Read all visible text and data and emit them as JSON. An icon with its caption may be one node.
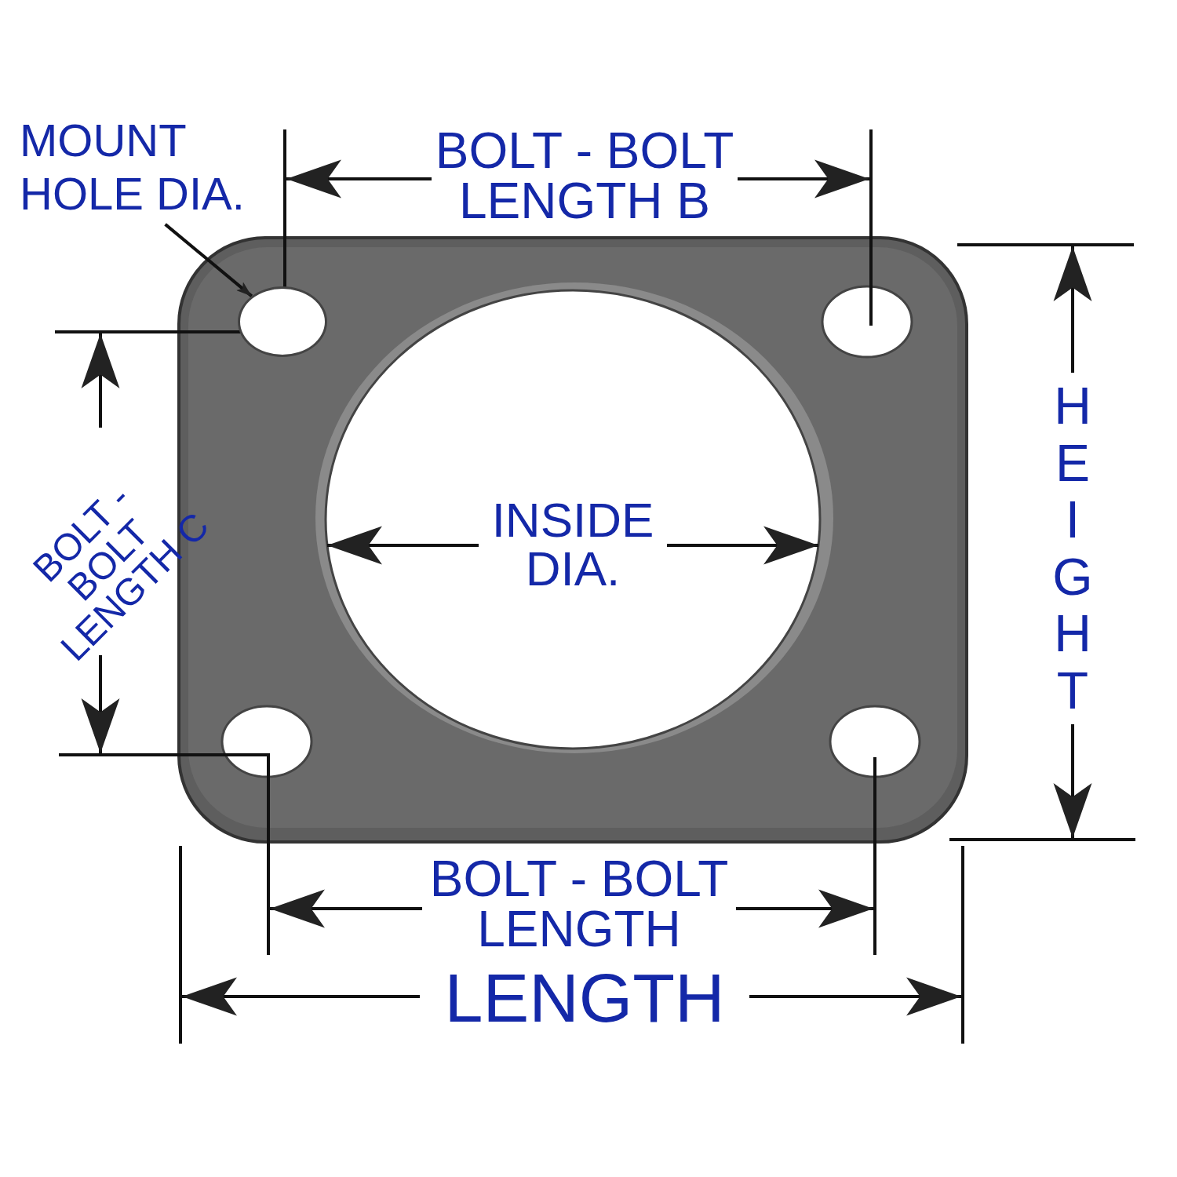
{
  "diagram": {
    "nodes": [
      {
        "text": [
          "MOUNT HOLE DIA."
        ]
      },
      {
        "text": [],
        "shape": "circle"
      }
    ],
    "edges": [
      {
        "from": 0,
        "to": 1,
        "arrow": "to"
      }
    ],
    "labels": [
      "BOLT - BOLT LENGTH B",
      "BOLT - BOLT LENGTH C",
      "HEIGHT",
      "INSIDE DIA.",
      "BOLT - BOLT LENGTH",
      "LENGTH"
    ]
  }
}
